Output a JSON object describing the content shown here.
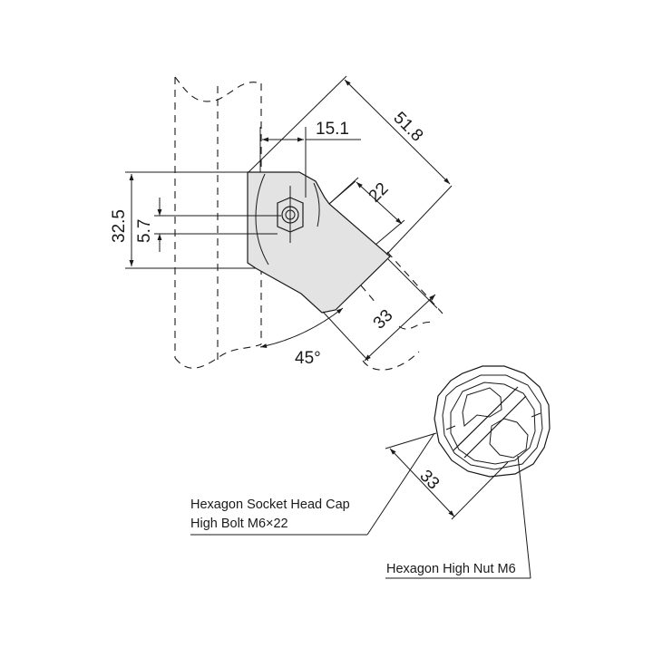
{
  "dimensions": {
    "width_51_8": "51.8",
    "offset_15_1": "15.1",
    "height_32_5": "32.5",
    "bolt_offset_5_7": "5.7",
    "width_22": "22",
    "width_33_side": "33",
    "angle": "45°",
    "width_33_section": "33"
  },
  "callouts": {
    "bolt_line1": "Hexagon Socket Head Cap",
    "bolt_line2": "High Bolt M6×22",
    "nut": "Hexagon High Nut M6"
  }
}
